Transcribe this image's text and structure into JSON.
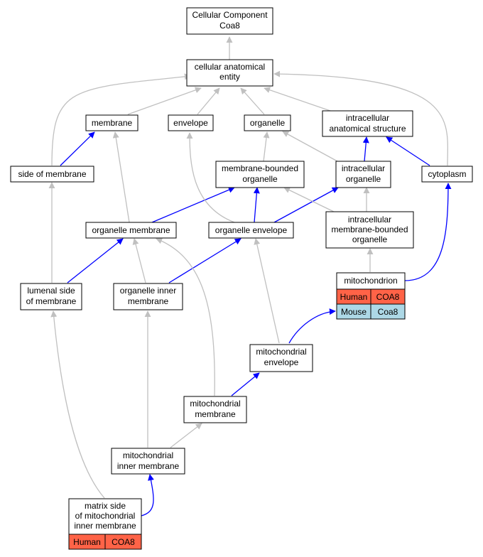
{
  "nodes": {
    "root": [
      "Cellular Component",
      "Coa8"
    ],
    "cae": [
      "cellular anatomical",
      "entity"
    ],
    "membrane": [
      "membrane"
    ],
    "envelope": [
      "envelope"
    ],
    "organelle": [
      "organelle"
    ],
    "ias": [
      "intracellular",
      "anatomical structure"
    ],
    "som": [
      "side of membrane"
    ],
    "mbo": [
      "membrane-bounded",
      "organelle"
    ],
    "io": [
      "intracellular",
      "organelle"
    ],
    "cytoplasm": [
      "cytoplasm"
    ],
    "om": [
      "organelle membrane"
    ],
    "oe": [
      "organelle envelope"
    ],
    "imbo": [
      "intracellular",
      "membrane-bounded",
      "organelle"
    ],
    "lsm": [
      "lumenal side",
      "of membrane"
    ],
    "oim": [
      "organelle inner",
      "membrane"
    ],
    "mito": [
      "mitochondrion"
    ],
    "me": [
      "mitochondrial",
      "envelope"
    ],
    "mm": [
      "mitochondrial",
      "membrane"
    ],
    "mim": [
      "mitochondrial",
      "inner membrane"
    ],
    "msmim": [
      "matrix side",
      "of mitochondrial",
      "inner membrane"
    ]
  },
  "annotations": {
    "mito_human": {
      "species": "Human",
      "gene": "COA8"
    },
    "mito_mouse": {
      "species": "Mouse",
      "gene": "Coa8"
    },
    "msmim_human": {
      "species": "Human",
      "gene": "COA8"
    }
  },
  "colors": {
    "is_a_edge": "#c0c0c0",
    "part_of_edge": "#0000ff",
    "human": "#ff6347",
    "mouse": "#add8e6"
  }
}
